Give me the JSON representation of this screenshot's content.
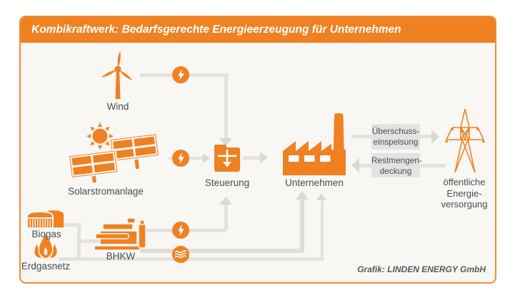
{
  "title": "Kombikraftwerk: Bedarfsgerechte Energieerzeugung für Unternehmen",
  "credit": "Grafik: LINDEN ENERGY GmbH",
  "colors": {
    "accent_orange": "#EF8122",
    "connector_gray": "#E3E2E0",
    "arrow_gray": "#D9D8D5",
    "flow_box_bg": "#E4E3E1",
    "label_text": "#4B4B4D",
    "title_text": "#FFFFFF"
  },
  "nodes": {
    "wind": {
      "label": "Wind",
      "icon": "wind-turbine-icon"
    },
    "solar": {
      "label": "Solarstromanlage",
      "icon": "sun-solar-panels-icon"
    },
    "biogas": {
      "label": "Biogas",
      "icon": "gas-storage-tank-icon"
    },
    "gas_grid": {
      "label": "Erdgasnetz",
      "icon": "gas-flame-icon"
    },
    "chp": {
      "label": "BHKW",
      "icon": "chp-generator-icon"
    },
    "control": {
      "label": "Steuerung",
      "icon": "control-unit-icon"
    },
    "company": {
      "label": "Unternehmen",
      "icon": "factory-icon"
    },
    "public_grid": {
      "label_lines": [
        "öffentliche",
        "Energie-",
        "versorgung"
      ],
      "icon": "transmission-tower-icon"
    }
  },
  "flow_boxes": {
    "surplus": {
      "lines": [
        "Überschuss-",
        "einspeisung"
      ]
    },
    "residual": {
      "lines": [
        "Restmengen-",
        "deckung"
      ]
    }
  },
  "badges": {
    "electricity": "lightning-icon",
    "heat": "heat-waves-icon"
  }
}
